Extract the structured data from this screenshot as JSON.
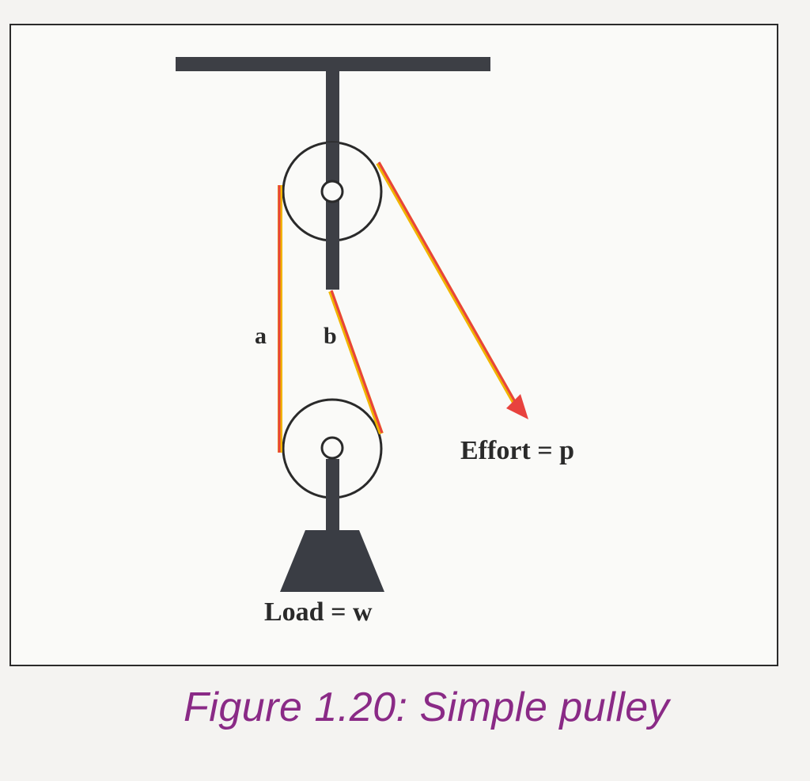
{
  "diagram": {
    "labels": {
      "rope_a": "a",
      "rope_b": "b",
      "effort": "Effort = p",
      "load": "Load = w"
    },
    "colors": {
      "beam": "#3d3f45",
      "rope": "#e8423e",
      "rope_edge": "#f0b400",
      "pulley_line": "#2a2a2a",
      "load": "#3a3d44"
    }
  },
  "caption": "Figure 1.20: Simple pulley"
}
